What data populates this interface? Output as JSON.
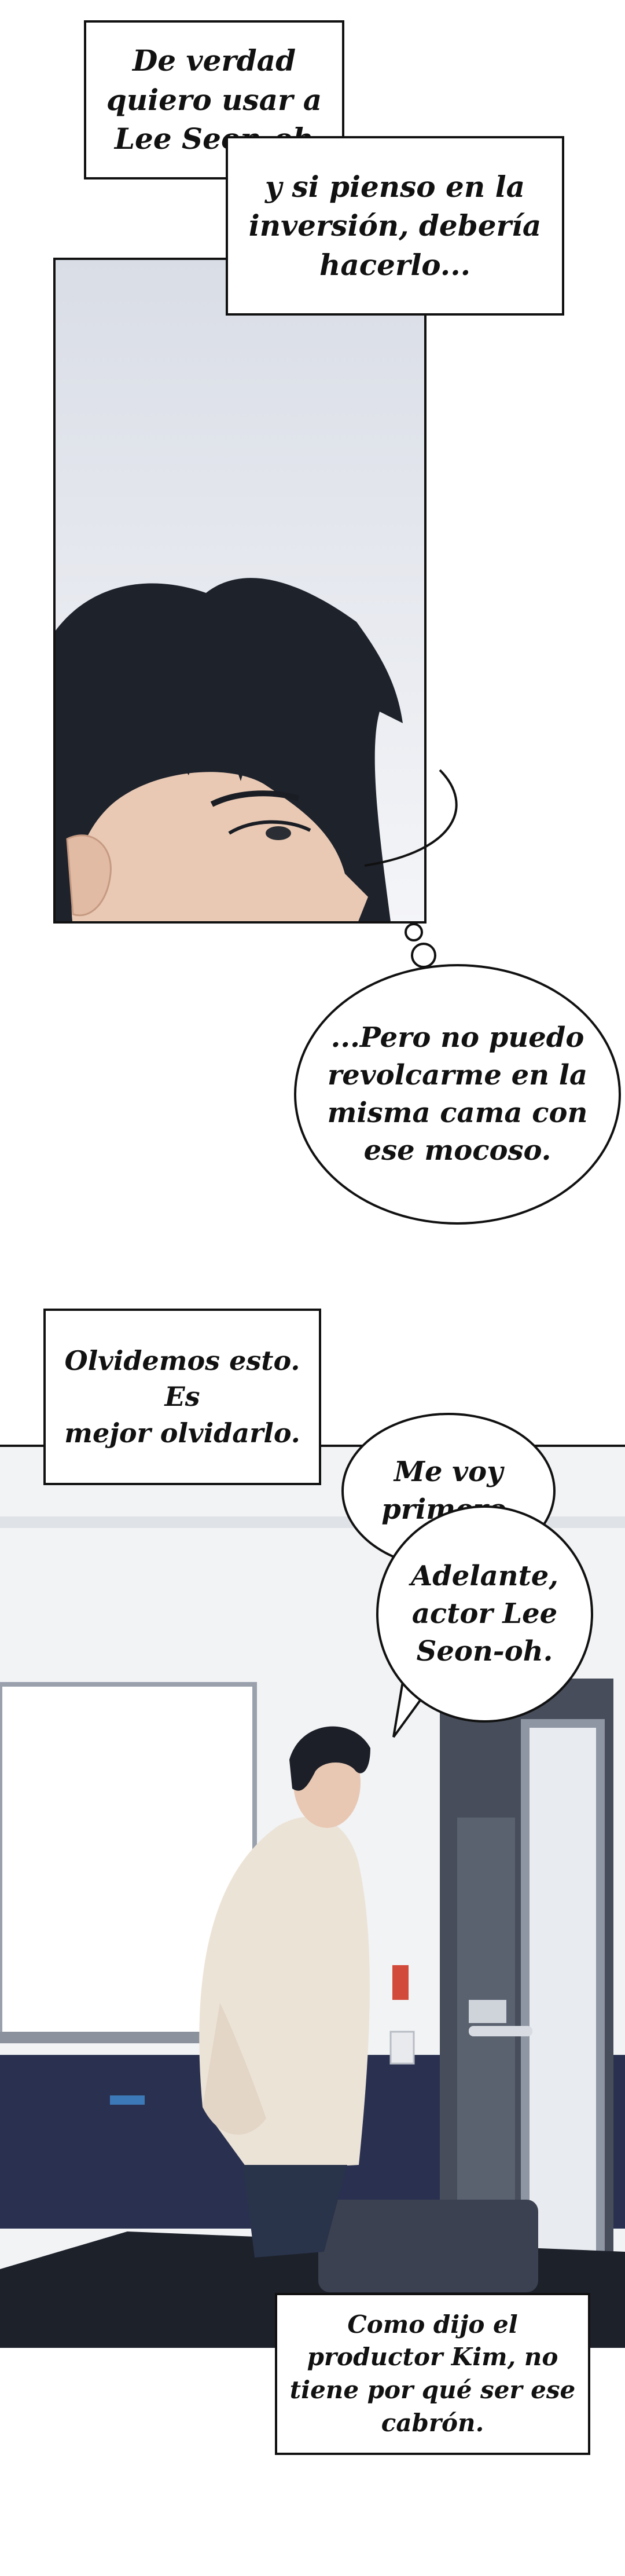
{
  "caption_1": "De verdad\nquiero usar a\nLee Seon-oh",
  "caption_2": "y si pienso en la\ninversión, debería\nhacerlo...",
  "thought_bubble": "...Pero no puedo\nrevolcarme en la\nmisma cama con\nese mocoso.",
  "caption_3": "Olvidemos esto. Es\nmejor olvidarlo.",
  "speech_1": "Me voy\nprimero.",
  "speech_2": "Adelante,\nactor Lee\nSeon-oh.",
  "caption_4": "Como dijo el\nproductor Kim, no\ntiene por qué ser ese\ncabrón."
}
